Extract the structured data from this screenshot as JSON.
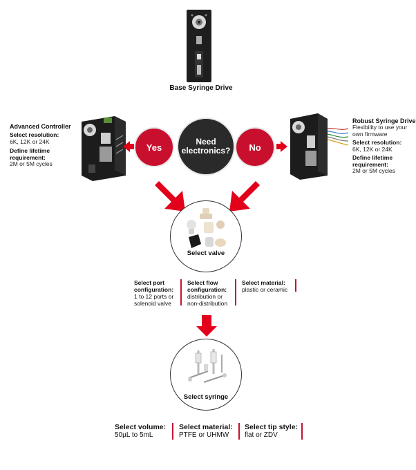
{
  "top": {
    "title": "Base Syringe Drive"
  },
  "left": {
    "title": "Advanced Controller",
    "resolution_label": "Select resolution:",
    "resolution_value": "6K, 12K or 24K",
    "lifetime_label_1": "Define lifetime",
    "lifetime_label_2": "requirement:",
    "lifetime_value": "2M or 5M cycles"
  },
  "right": {
    "title": "Robust Syringe Drive",
    "desc_1": "Flexibility to use your",
    "desc_2": "own firmware",
    "resolution_label": "Select resolution:",
    "resolution_value": "6K, 12K or 24K",
    "lifetime_label_1": "Define lifetime",
    "lifetime_label_2": "requirement:",
    "lifetime_value": "2M or 5M cycles"
  },
  "decision": {
    "question_1": "Need",
    "question_2": "electronics?",
    "yes": "Yes",
    "no": "No"
  },
  "valve": {
    "title": "Select valve",
    "port_label_1": "Select port",
    "port_label_2": "configuration:",
    "port_value_1": "1 to 12 ports or",
    "port_value_2": "solenoid valve",
    "flow_label_1": "Select flow",
    "flow_label_2": "configuration:",
    "flow_value_1": "distribution or",
    "flow_value_2": "non-distribution",
    "material_label": "Select material:",
    "material_value": "plastic or ceramic"
  },
  "syringe": {
    "title": "Select syringe",
    "volume_label": "Select volume:",
    "volume_value": "50µL to 5mL",
    "material_label": "Select material:",
    "material_value": "PTFE or UHMW",
    "tip_label": "Select tip style:",
    "tip_value": "flat or ZDV"
  },
  "colors": {
    "accent_red": "#c8102e",
    "dark": "#2a2a2a"
  }
}
